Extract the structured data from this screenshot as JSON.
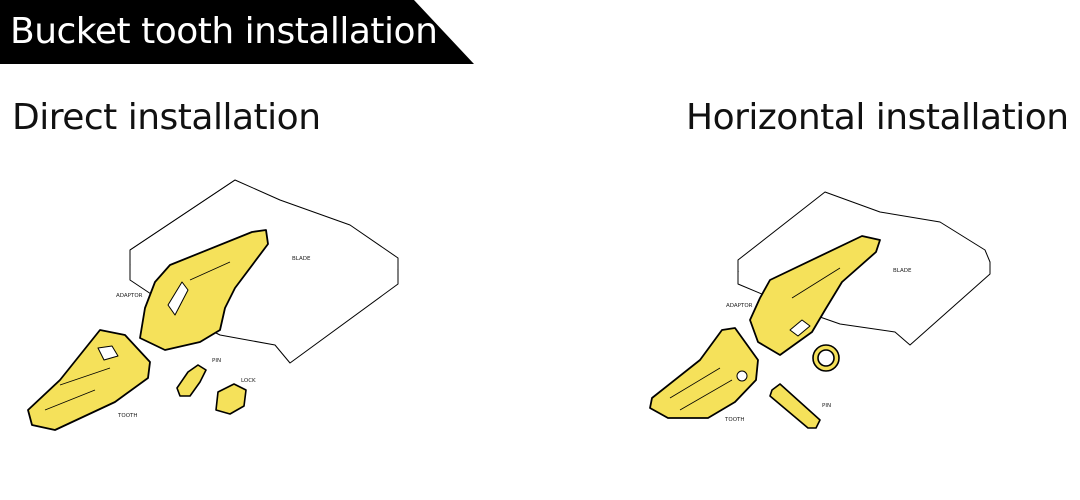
{
  "header": {
    "title": "Bucket tooth installation"
  },
  "colors": {
    "part_fill": "#f5e15a",
    "outline": "#000000",
    "banner": "#000000"
  },
  "direct": {
    "title": "Direct installation",
    "labels": {
      "blade": "BLADE",
      "adaptor": "ADAPTOR",
      "tooth": "TOOTH",
      "pin": "PIN",
      "lock": "LOCK"
    }
  },
  "horizontal": {
    "title": "Horizontal installation",
    "labels": {
      "blade": "BLADE",
      "adaptor": "ADAPTOR",
      "tooth": "TOOTH",
      "pin": "PIN"
    }
  }
}
